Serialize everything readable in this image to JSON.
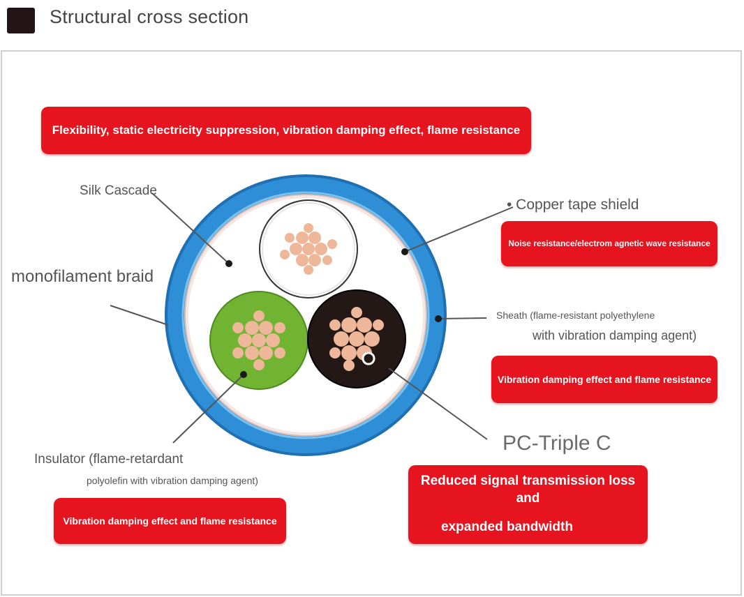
{
  "header": {
    "title": "Structural cross section"
  },
  "labels": {
    "silk_cascade": "Silk Cascade",
    "monofilament_braid": "monofilament braid",
    "copper_tape_shield": "• Copper tape shield",
    "sheath_line1": "Sheath (flame-resistant polyethylene",
    "sheath_line2": "with vibration damping agent)",
    "pc_triple_c": "PC-Triple C",
    "insulator_line1": "Insulator (flame-retardant",
    "insulator_line2": "polyolefin with vibration damping agent)"
  },
  "callouts": {
    "top": "Flexibility, static electricity suppression, vibration damping effect, flame resistance",
    "noise": "Noise resistance/electrom agnetic wave resistance",
    "sheath": "Vibration damping effect and flame resistance",
    "insulator": "Vibration damping effect and flame resistance",
    "pc_line1": "Reduced signal transmission loss and",
    "pc_line2": "expanded bandwidth"
  },
  "colors": {
    "accent_red": "#e5141f",
    "sheath_blue": "#2f8fd6",
    "insulator_green": "#71b431",
    "insulator_black": "#231815",
    "copper": "#efb79a",
    "header_square": "#231417"
  }
}
